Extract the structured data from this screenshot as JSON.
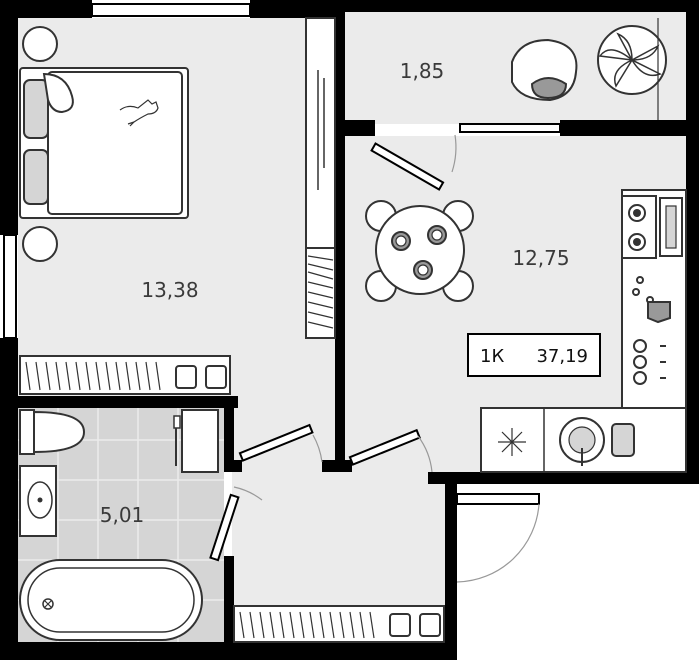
{
  "rooms": {
    "bedroom": {
      "area": "13,38"
    },
    "balcony": {
      "area": "1,85"
    },
    "kitchen": {
      "area": "12,75"
    },
    "bathroom": {
      "area": "5,01"
    }
  },
  "summary": {
    "type": "1К",
    "total_area": "37,19"
  },
  "colors": {
    "floor": "#ebebeb",
    "tile": "#d5d5d5",
    "wall": "#000000",
    "furniture_fill": "#ffffff",
    "furniture_stroke": "#333333",
    "accent_gray": "#999999"
  }
}
